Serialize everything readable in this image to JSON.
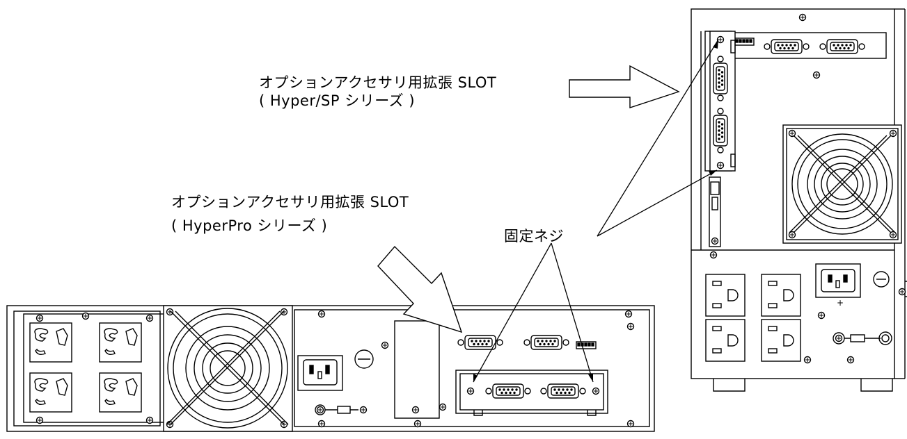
{
  "labels": {
    "slot_top_line1": "オプションアクセサリ用拡張 SLOT",
    "slot_top_line2": "( Hyper/SP シリーズ )",
    "slot_mid_line1": "オプションアクセサリ用拡張 SLOT",
    "slot_mid_line2": "( HyperPro シリーズ )",
    "fixing_screws": "固定ネジ"
  },
  "colors": {
    "line": "#000000",
    "background": "#ffffff"
  },
  "components": {
    "tower_ups": "tower-ups-rear-panel",
    "rack_ups": "rack-ups-rear-panel"
  }
}
